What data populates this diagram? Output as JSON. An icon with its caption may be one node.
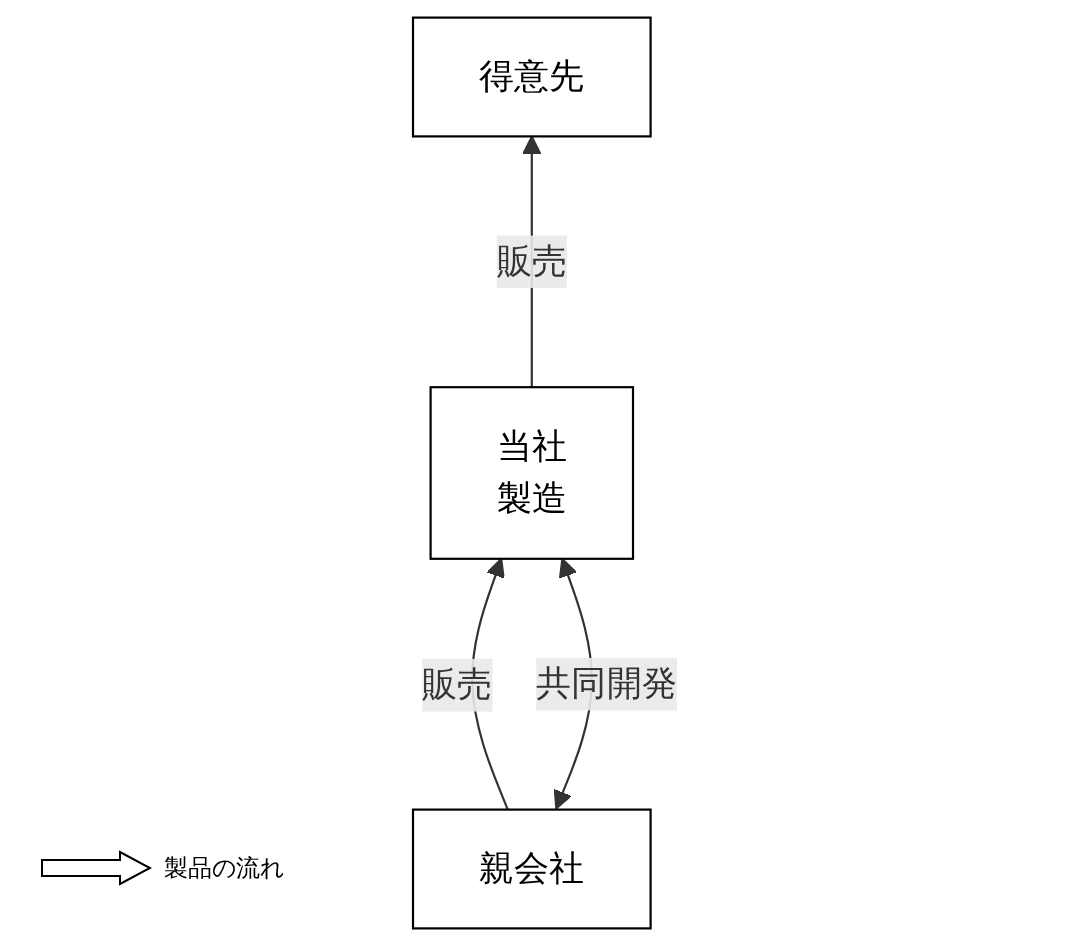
{
  "diagram": {
    "nodes": [
      {
        "text": [
          "得意先"
        ]
      },
      {
        "text": [
          "当社",
          "製造"
        ]
      },
      {
        "text": [
          "親会社"
        ]
      }
    ],
    "edges": [
      {
        "from": 1,
        "to": 0,
        "arrow": "to",
        "label": "販売"
      },
      {
        "from": 2,
        "to": 1,
        "arrow": "to",
        "label": "販売"
      },
      {
        "from": 2,
        "to": 1,
        "arrow": "both",
        "label": "共同開発"
      }
    ],
    "legend": [
      {
        "text": "製品の流れ"
      }
    ]
  }
}
